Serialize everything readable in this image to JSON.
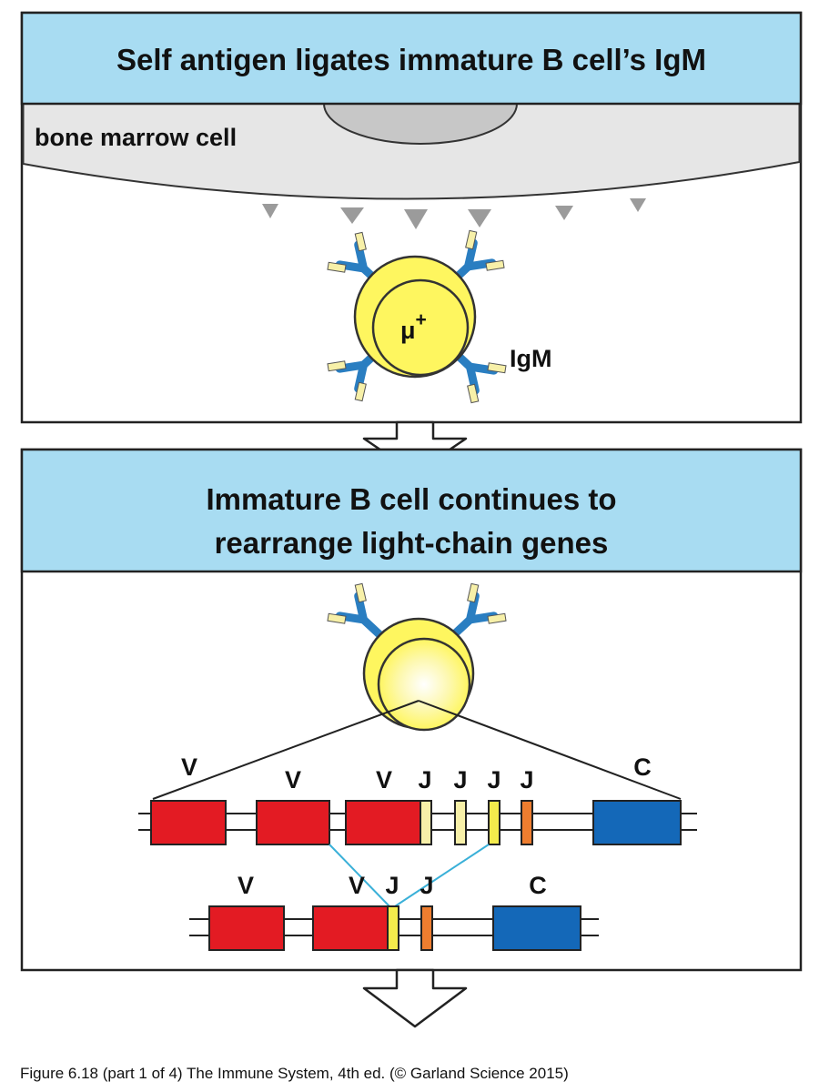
{
  "panel1": {
    "title": "Self antigen ligates immature B cell’s IgM",
    "stromal_cell_label": "bone marrow cell",
    "cell_marker": "μ",
    "cell_marker_sup": "+",
    "receptor_label": "IgM"
  },
  "panel2": {
    "title_line1": "Immature B cell continues to",
    "title_line2": "rearrange light-chain genes",
    "row1_labels": [
      "V",
      "V",
      "V",
      "J",
      "J",
      "J",
      "J",
      "C"
    ],
    "row2_labels": [
      "V",
      "V",
      "J",
      "J",
      "C"
    ]
  },
  "caption": "Figure 6.18 (part 1 of 4)  The Immune System, 4th ed. (© Garland Science 2015)",
  "colors": {
    "header_blue": "#a8dcf2",
    "v_segment": "#e31b23",
    "c_segment": "#1468b8",
    "j_pale": "#f7f0a8",
    "j_yellow": "#f4eb4c",
    "j_orange": "#ee7d2f",
    "antibody": "#2a7ec1",
    "cell_yellow": "#fef65f",
    "recombination_line": "#3ab0d8"
  }
}
